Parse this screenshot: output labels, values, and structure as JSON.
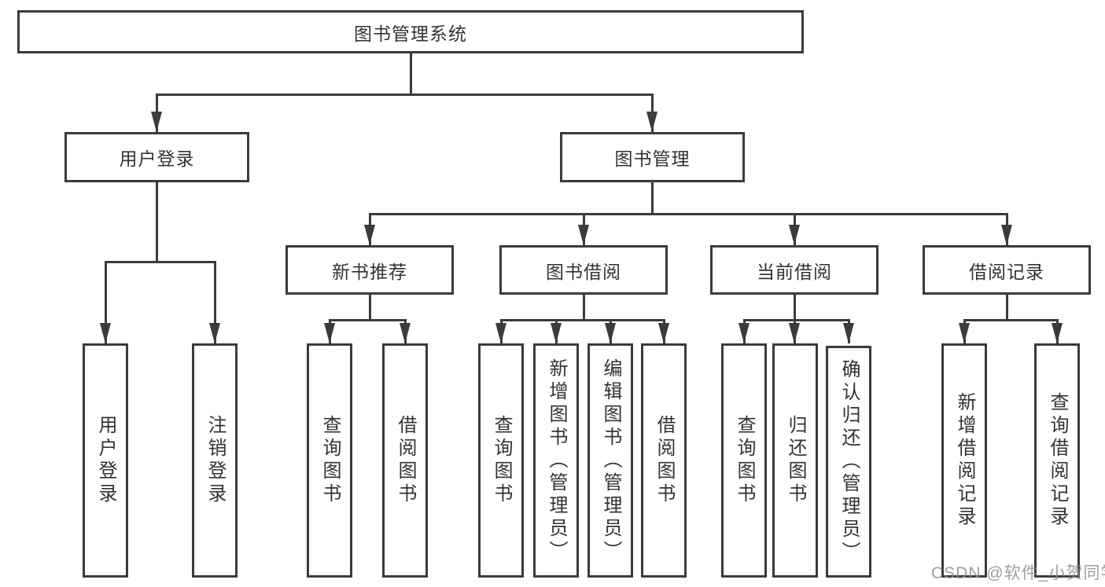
{
  "diagram": {
    "nodes": {
      "root": "图书管理系统",
      "user_login": "用户登录",
      "book_mgmt": "图书管理",
      "new_book": "新书推荐",
      "book_borrow": "图书借阅",
      "current_borrow": "当前借阅",
      "borrow_record": "借阅记录"
    },
    "leaves": [
      "用户登录",
      "注销登录",
      "查询图书",
      "借阅图书",
      "查询图书",
      "新增图书（管理员）",
      "编辑图书（管理员）",
      "借阅图书",
      "查询图书",
      "归还图书",
      "确认归还（管理员）",
      "新增借阅记录",
      "查询借阅记录"
    ],
    "watermark": "CSDN @软件_小贺同学",
    "colors": {
      "line": "#3b3b3b",
      "text": "#333333",
      "watermark": "#919191",
      "background": "#ffffff"
    }
  }
}
